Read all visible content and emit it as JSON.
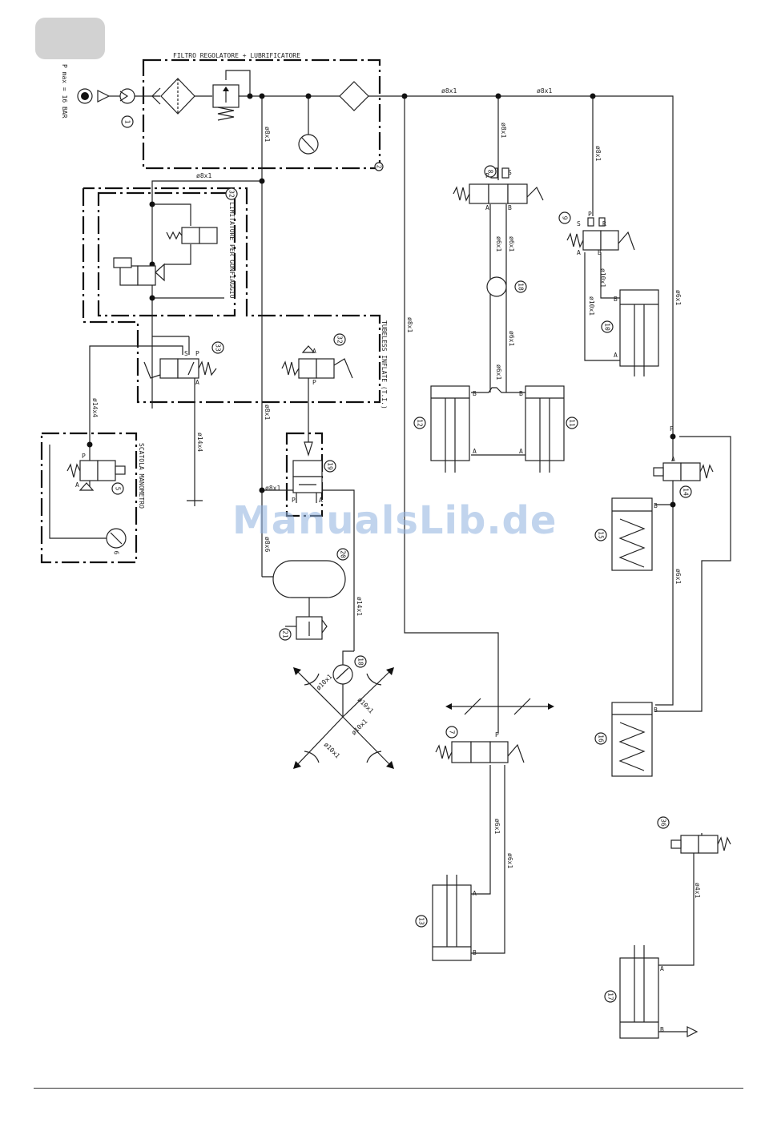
{
  "header_tab": "",
  "watermark": "ManualsLib.de",
  "labels": {
    "filter_group": "FILTRO REGOLATORE + LUBRIFICATORE",
    "pmax": "P max = 16 BAR",
    "limiter": "LIMITATORE PER GONFIAGGIO",
    "tubeless": "TUBELESS INFLATE (T.I.)",
    "gauge_box": "SCATOLA MANOMETRO"
  },
  "pipes": {
    "d8": "ø8x1",
    "d6": "ø6x1",
    "d10": "ø10x1",
    "d14x4": "ø14x4",
    "d14": "ø14x1",
    "d4": "ø4x1",
    "d8x6": "ø8x6"
  },
  "ports": {
    "p": "P",
    "a": "A",
    "b": "B",
    "r": "R",
    "s": "S"
  },
  "components": [
    "1",
    "2",
    "5",
    "6",
    "7",
    "8",
    "9",
    "10",
    "11",
    "12",
    "13",
    "14",
    "15",
    "16",
    "17",
    "18",
    "18",
    "19",
    "20",
    "21",
    "32",
    "32",
    "33",
    "36"
  ]
}
